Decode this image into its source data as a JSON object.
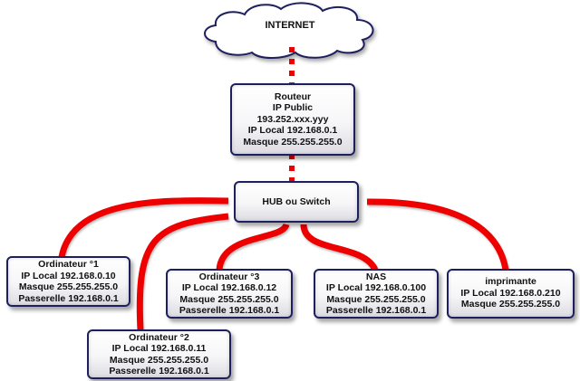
{
  "diagram": {
    "link_color": "#ee0000",
    "box_border_color": "#1e1f5e",
    "internet": {
      "label": "INTERNET"
    },
    "router": {
      "lines": [
        "Routeur",
        "IP Public",
        "193.252.xxx.yyy",
        "IP Local 192.168.0.1",
        "Masque 255.255.255.0"
      ]
    },
    "hub": {
      "label": "HUB ou Switch"
    },
    "devices": [
      {
        "name": "ordinateur-1",
        "lines": [
          "Ordinateur °1",
          "IP Local 192.168.0.10",
          "Masque 255.255.255.0",
          "Passerelle 192.168.0.1"
        ]
      },
      {
        "name": "ordinateur-2",
        "lines": [
          "Ordinateur °2",
          "IP Local 192.168.0.11",
          "Masque 255.255.255.0",
          "Passerelle 192.168.0.1"
        ]
      },
      {
        "name": "ordinateur-3",
        "lines": [
          "Ordinateur °3",
          "IP Local 192.168.0.12",
          "Masque 255.255.255.0",
          "Passerelle 192.168.0.1"
        ]
      },
      {
        "name": "nas",
        "lines": [
          "NAS",
          "IP Local 192.168.0.100",
          "Masque 255.255.255.0",
          "Passerelle 192.168.0.1"
        ]
      },
      {
        "name": "imprimante",
        "lines": [
          "imprimante",
          "IP Local 192.168.0.210",
          "Masque 255.255.255.0"
        ]
      }
    ],
    "connections": [
      {
        "from": "internet",
        "to": "routeur",
        "style": "dashed"
      },
      {
        "from": "routeur",
        "to": "hub",
        "style": "dashed"
      },
      {
        "from": "hub",
        "to": "ordinateur-1",
        "style": "solid"
      },
      {
        "from": "hub",
        "to": "ordinateur-2",
        "style": "solid"
      },
      {
        "from": "hub",
        "to": "ordinateur-3",
        "style": "solid"
      },
      {
        "from": "hub",
        "to": "nas",
        "style": "solid"
      },
      {
        "from": "hub",
        "to": "imprimante",
        "style": "solid"
      }
    ]
  }
}
